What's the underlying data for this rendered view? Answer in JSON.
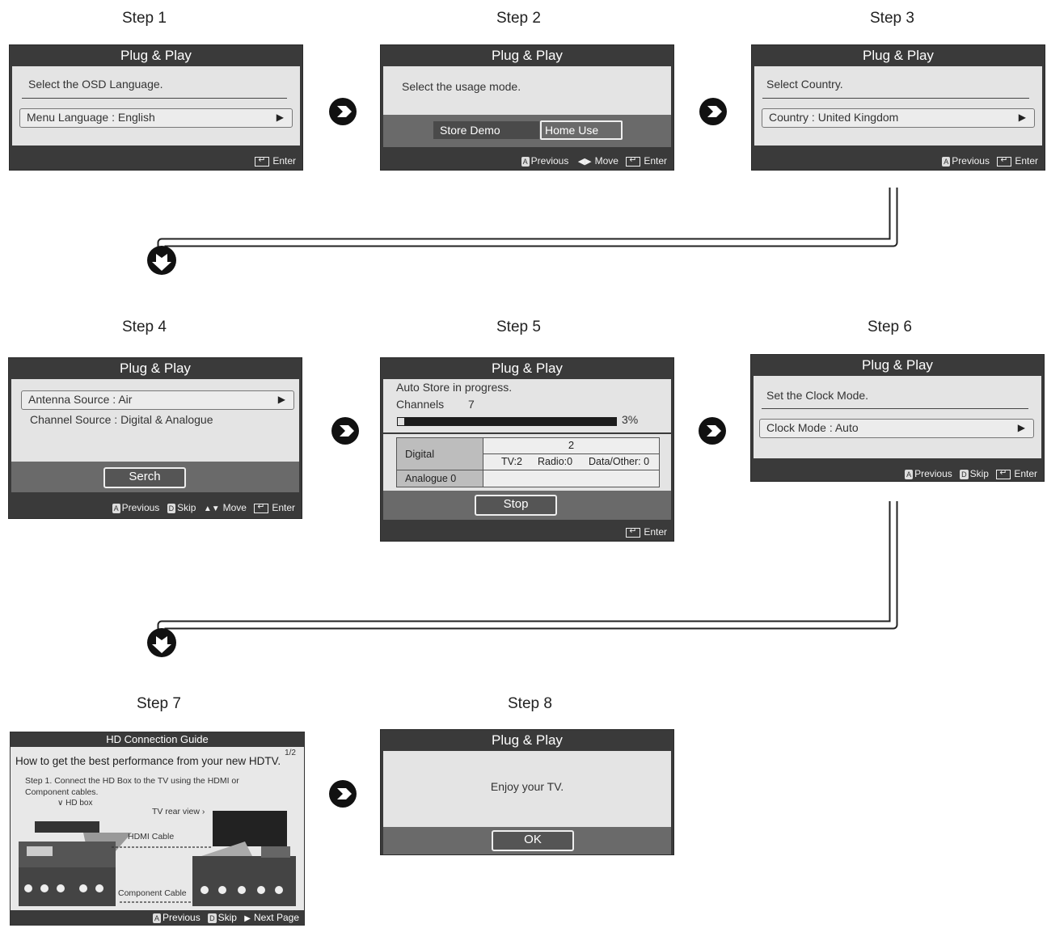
{
  "steps": [
    {
      "label": "Step 1"
    },
    {
      "label": "Step 2"
    },
    {
      "label": "Step 3"
    },
    {
      "label": "Step 4"
    },
    {
      "label": "Step 5"
    },
    {
      "label": "Step 6"
    },
    {
      "label": "Step 7"
    },
    {
      "label": "Step 8"
    }
  ],
  "panel_title": "Plug & Play",
  "footer": {
    "enter": "Enter",
    "previous": "Previous",
    "move": "Move",
    "skip": "Skip",
    "next_page": "Next Page",
    "key_a": "A",
    "key_d": "D"
  },
  "step1": {
    "prompt": "Select the OSD Language.",
    "field_label": "Menu Language",
    "field_sep": ":",
    "field_value": "English"
  },
  "step2": {
    "prompt": "Select the usage mode.",
    "option_1": "Store Demo",
    "option_2": "Home Use"
  },
  "step3": {
    "prompt": "Select Country.",
    "field_label": "Country",
    "field_sep": ":",
    "field_value": "United Kingdom"
  },
  "step4": {
    "antenna_label": "Antenna Source",
    "antenna_value": "Air",
    "channel_label": "Channel Source",
    "channel_value": "Digital & Analogue",
    "sep": ":",
    "button": "Serch"
  },
  "step5": {
    "status": "Auto Store in progress.",
    "channels_label": "Channels",
    "channels_value": "7",
    "progress_percent": 3,
    "progress_text": "3%",
    "digital_label": "Digital",
    "digital_total": "2",
    "tv": "TV:2",
    "radio": "Radio:0",
    "data_other": "Data/Other: 0",
    "analogue_label": "Analogue 0",
    "button": "Stop"
  },
  "step6": {
    "prompt": "Set the Clock Mode.",
    "field_label": "Clock Mode",
    "field_sep": ":",
    "field_value": "Auto"
  },
  "step7": {
    "title": "HD Connection Guide",
    "page": "1/2",
    "heading": "How to get the best performance from your new HDTV.",
    "instruction": "Step 1.  Connect the HD Box to the TV using the HDMI or Component cables.",
    "hd_box": "HD box",
    "tv_rear": "TV rear view",
    "hdmi_cable": "HDMI Cable",
    "component_cable": "Component Cable"
  },
  "step8": {
    "message": "Enjoy your TV.",
    "button": "OK"
  }
}
